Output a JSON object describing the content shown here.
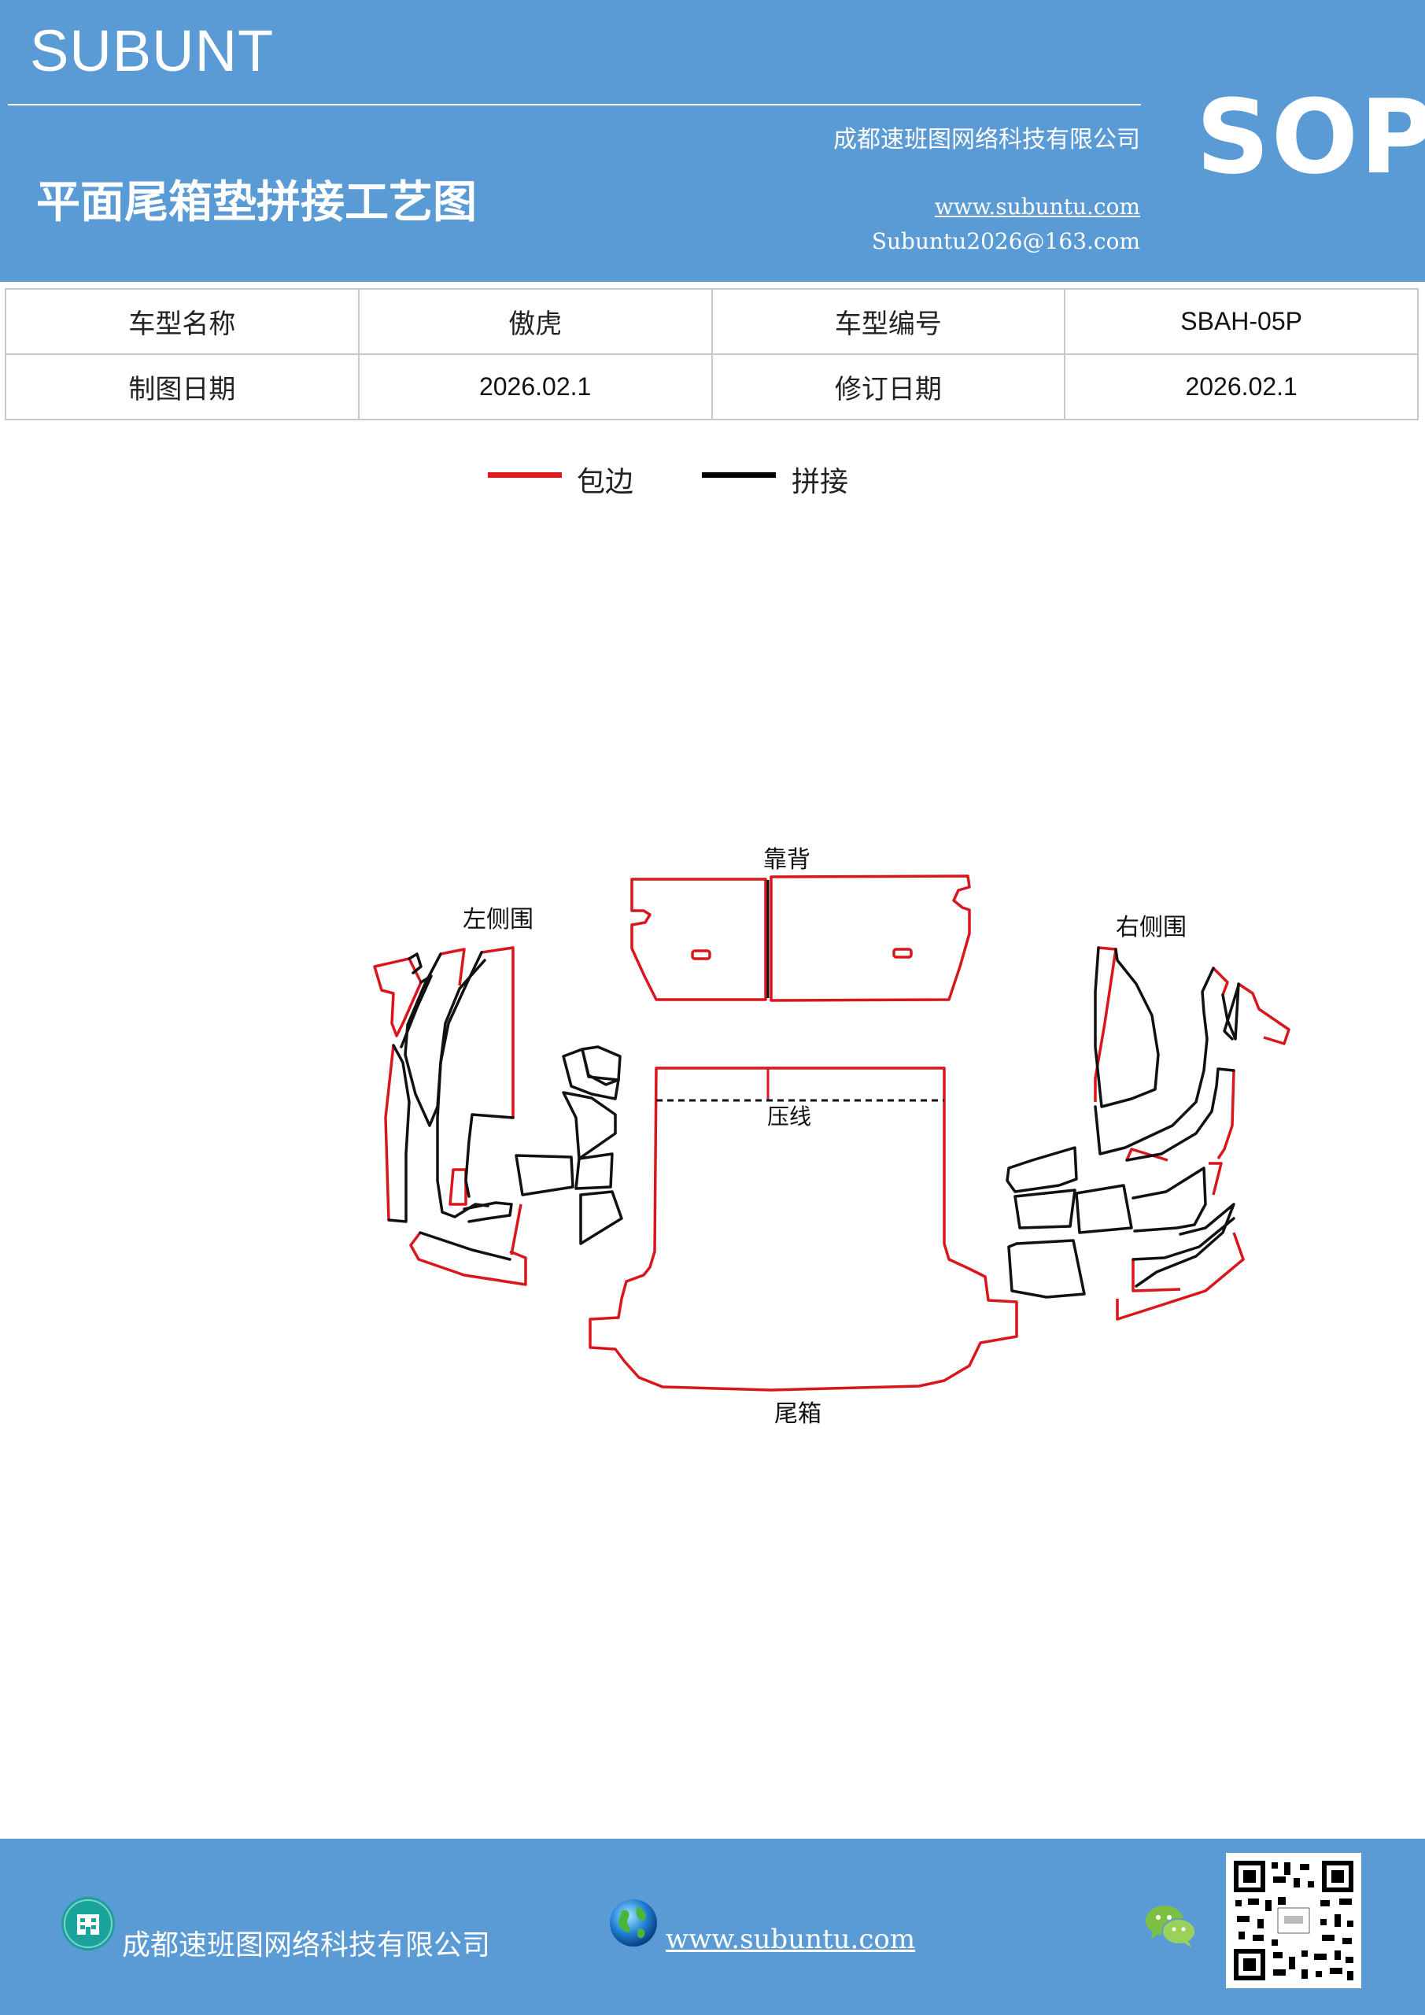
{
  "header": {
    "brand": "SUBUNT",
    "sop": "SOP",
    "company": "成都速班图网络科技有限公司",
    "title": "平面尾箱垫拼接工艺图",
    "website": "www.subuntu.com",
    "email": "Subuntu2026@163.com",
    "background_color": "#5b9bd5"
  },
  "info_table": {
    "rows": [
      [
        "车型名称",
        "傲虎",
        "车型编号",
        "SBAH-05P"
      ],
      [
        "制图日期",
        "2026.02.1",
        "修订日期",
        "2026.02.1"
      ]
    ]
  },
  "legend": [
    {
      "label": "包边",
      "color": "#e8151c"
    },
    {
      "label": "拼接",
      "color": "#000000"
    }
  ],
  "diagram": {
    "labels": {
      "backrest": "靠背",
      "left_side": "左侧围",
      "right_side": "右侧围",
      "crease": "压线",
      "trunk": "尾箱"
    },
    "edge_color": "#d9161c",
    "seam_color": "#111111"
  },
  "footer": {
    "company": "成都速班图网络科技有限公司",
    "website": "www.subuntu.com",
    "icons": [
      "building-icon",
      "globe-icon",
      "wechat-icon",
      "qr-code"
    ]
  }
}
